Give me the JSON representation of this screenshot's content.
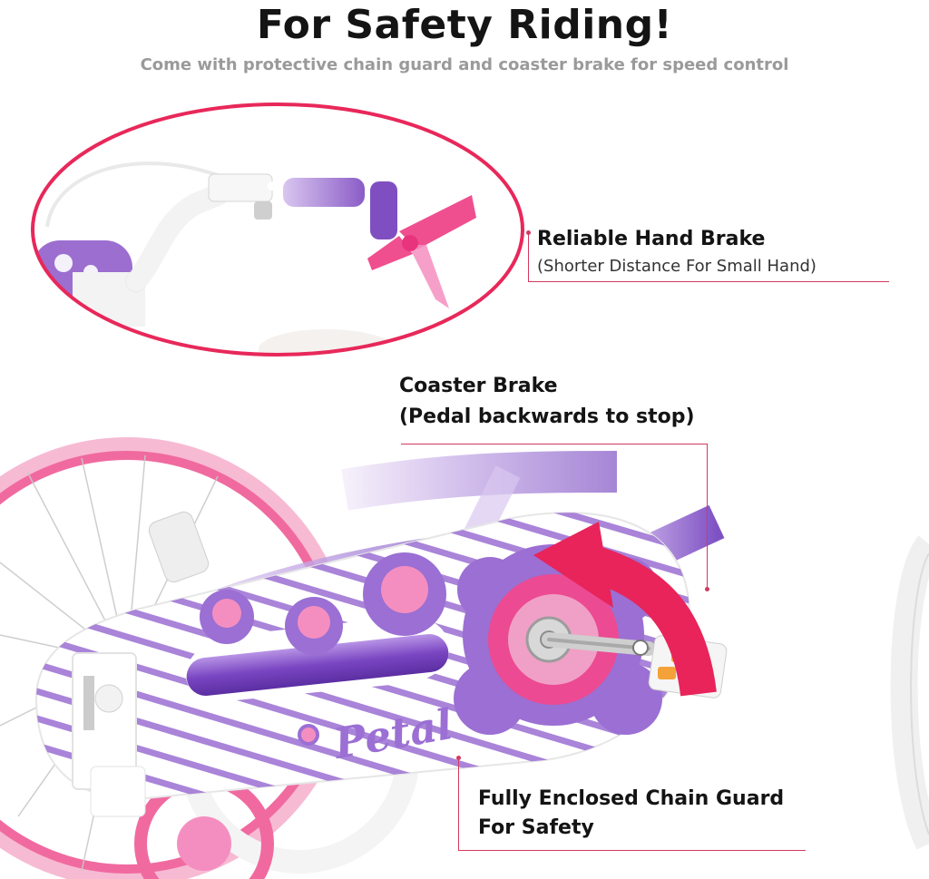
{
  "header": {
    "title": "For Safety Riding!",
    "subtitle": "Come with protective chain guard and coaster brake for speed control"
  },
  "callouts": {
    "hand_brake": {
      "title": "Reliable Hand Brake",
      "detail": "(Shorter Distance For Small Hand)"
    },
    "coaster_brake": {
      "line1": "Coaster Brake",
      "line2": "(Pedal backwards to stop)"
    },
    "chain_guard": {
      "line1": "Fully Enclosed Chain Guard",
      "line2": "For Safety"
    }
  },
  "bike": {
    "guard_brand_text": "Petal"
  },
  "colors": {
    "accent": "#d33a5e",
    "purple": "#8a5cc7",
    "pink": "#ef4f8f",
    "light_pink": "#f58ec0",
    "arrow": "#e8245a"
  }
}
